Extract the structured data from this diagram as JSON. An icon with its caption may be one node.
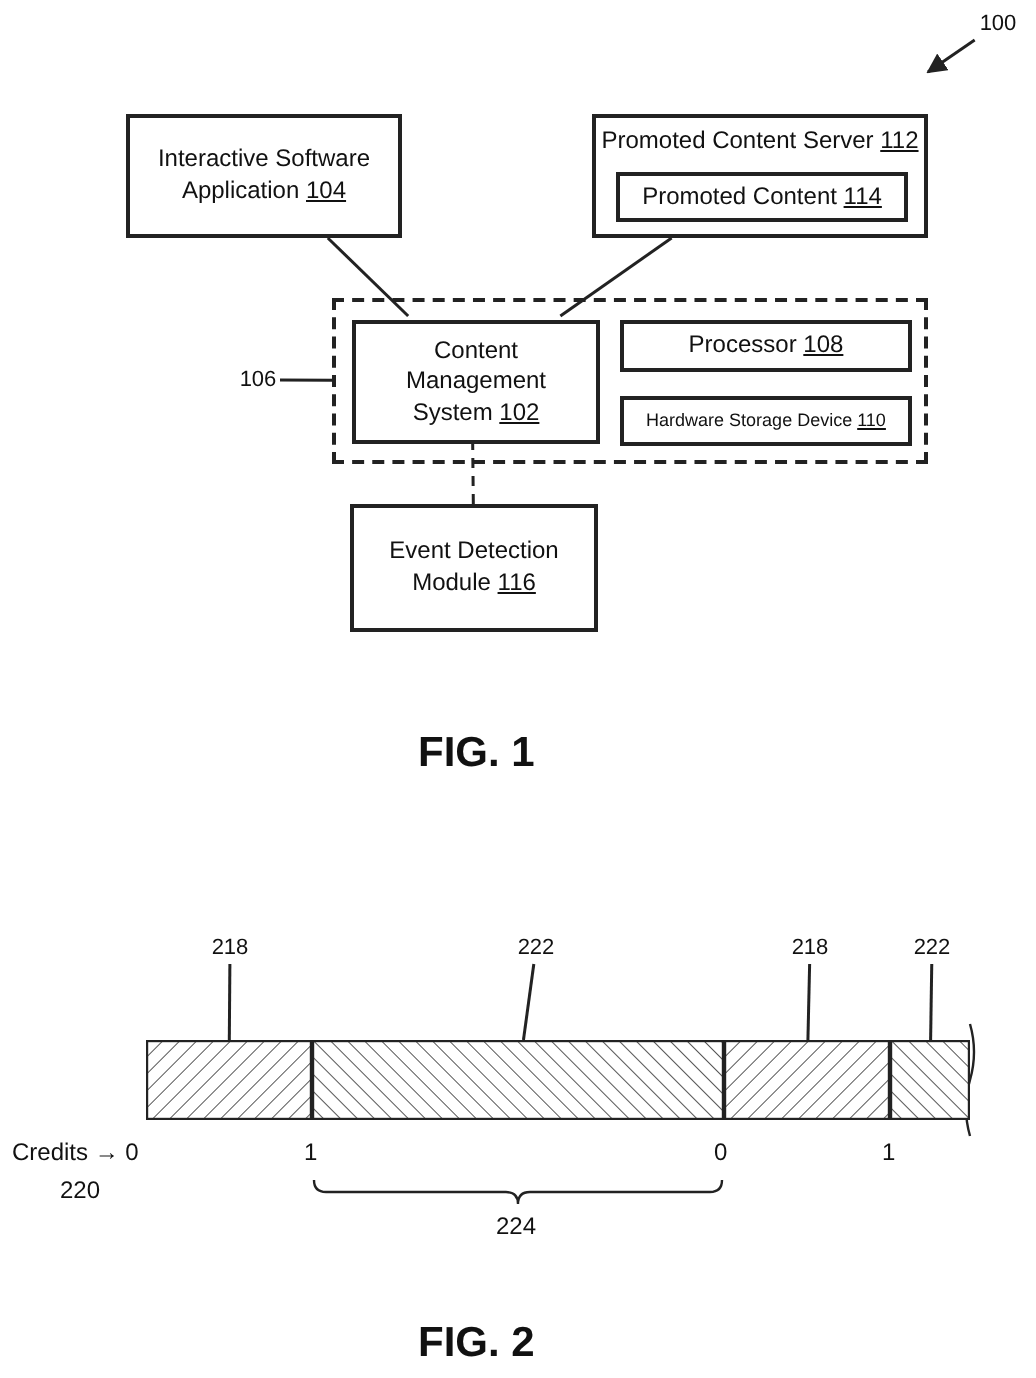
{
  "diagram": {
    "nodes": [
      {
        "text": [
          "Interactive Software Application 104"
        ]
      },
      {
        "text": [
          "Promoted Content Server 112"
        ]
      },
      {
        "text": [
          "Promoted Content 114"
        ],
        "in": 1
      },
      {
        "text": [
          "106"
        ]
      },
      {
        "text": [],
        "shape": "box"
      },
      {
        "text": [
          "Content Management System 102"
        ],
        "in": 4
      },
      {
        "text": [
          "Processor 108"
        ],
        "in": 4
      },
      {
        "text": [
          "Hardware Storage Device 110"
        ],
        "in": 4
      },
      {
        "text": [
          "Event Detection Module 116"
        ]
      },
      {
        "text": [
          "100"
        ]
      },
      {
        "text": [],
        "shape": "bar"
      },
      {
        "text": [],
        "shape": "bar"
      },
      {
        "text": [],
        "shape": "bar"
      },
      {
        "text": [],
        "shape": "bar"
      },
      {
        "text": [
          "218"
        ]
      },
      {
        "text": [
          "222"
        ]
      },
      {
        "text": [
          "218"
        ]
      },
      {
        "text": [
          "222"
        ]
      }
    ],
    "edges": [
      {
        "from": 0,
        "to": 5,
        "arrow": "none"
      },
      {
        "from": 1,
        "to": 5,
        "arrow": "none"
      },
      {
        "from": 5,
        "to": 8,
        "arrow": "none",
        "style": "dashed"
      },
      {
        "from": 3,
        "to": 4,
        "arrow": "none"
      },
      {
        "from": 9,
        "to": null,
        "arrow": "to"
      },
      {
        "from": 14,
        "to": 10,
        "arrow": "none"
      },
      {
        "from": 15,
        "to": 11,
        "arrow": "none"
      },
      {
        "from": 16,
        "to": 12,
        "arrow": "none"
      },
      {
        "from": 17,
        "to": 13,
        "arrow": "none"
      }
    ],
    "labels": [
      "FIG. 1",
      "Credits → 0",
      "1",
      "0",
      "1",
      "220",
      "224",
      "FIG. 2"
    ]
  }
}
